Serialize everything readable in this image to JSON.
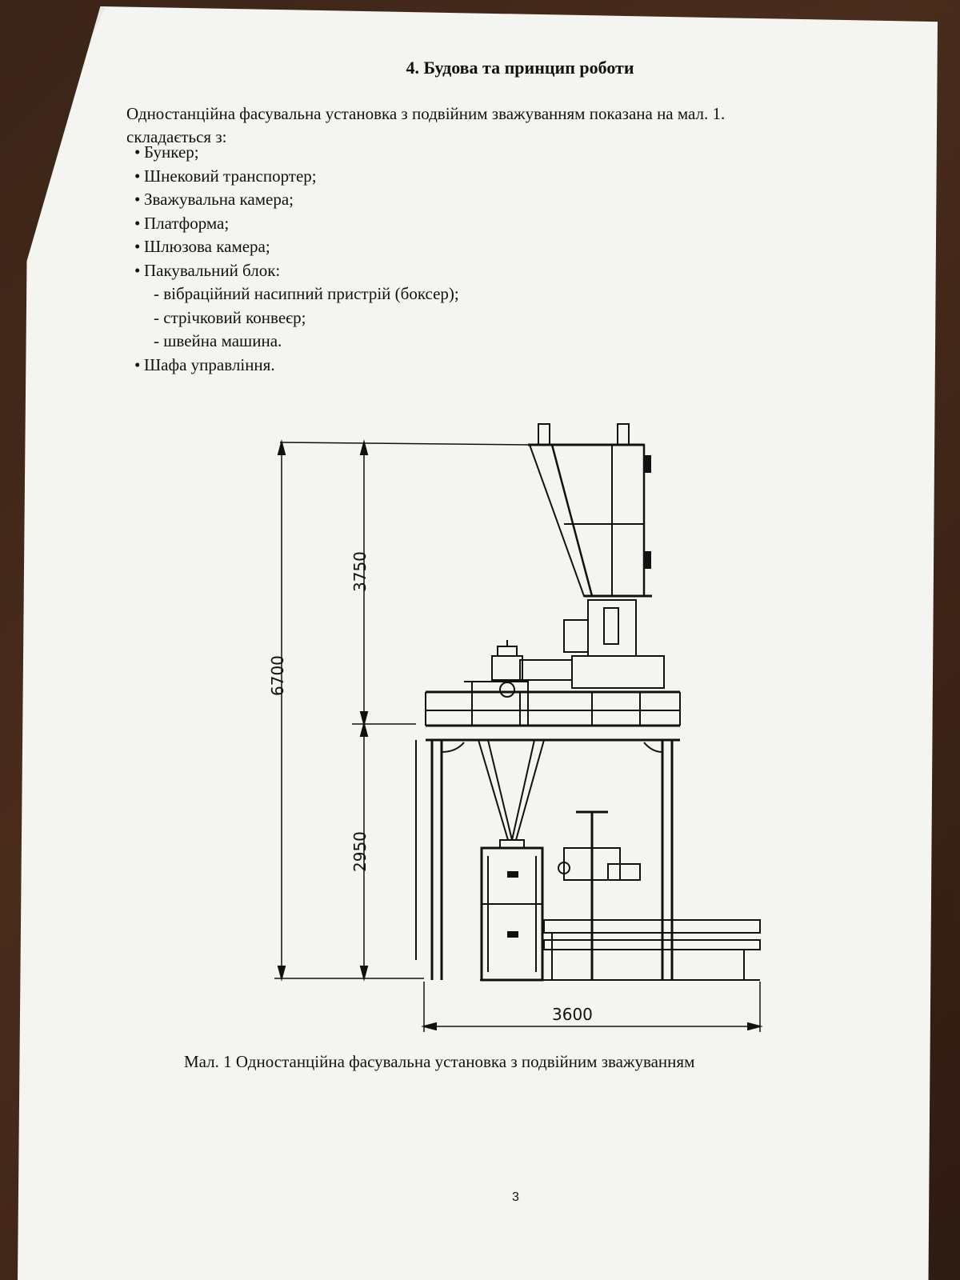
{
  "heading": "4. Будова та принцип роботи",
  "intro_line1": "Одностанційна фасувальна установка з подвійним зважуванням показана на мал. 1.",
  "intro_line2": "складається з:",
  "components": [
    "Бункер;",
    "Шнековий транспортер;",
    "Зважувальна камера;",
    "Платформа;",
    "Шлюзова камера;",
    "Пакувальний блок:"
  ],
  "packing_subitems": [
    "- вібраційний насипний пристрій (боксер);",
    "- стрічковий конвеєр;",
    "- швейна машина."
  ],
  "last_item": "Шафа управління.",
  "dimensions": {
    "total_height": "6700",
    "upper_height": "3750",
    "lower_height": "2950",
    "width": "3600"
  },
  "caption": "Мал. 1 Одностанційна фасувальна установка з подвійним зважуванням",
  "page_number": "3"
}
